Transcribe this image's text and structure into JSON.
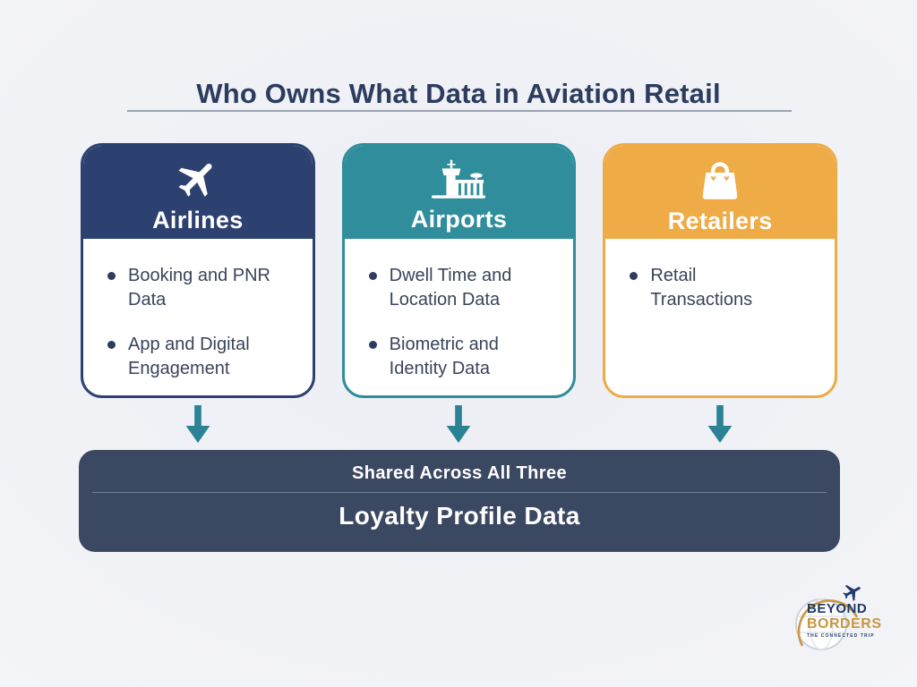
{
  "title": "Who Owns What Data in Aviation Retail",
  "cards": [
    {
      "label": "Airlines",
      "icon": "airplane-icon",
      "color": "#2d4170",
      "items": [
        "Booking and PNR Data",
        "App and Digital Engagement"
      ]
    },
    {
      "label": "Airports",
      "icon": "airport-tower-icon",
      "color": "#2f8d9c",
      "items": [
        "Dwell Time and Location Data",
        "Biometric and Identity Data"
      ]
    },
    {
      "label": "Retailers",
      "icon": "shopping-bag-icon",
      "color": "#eeab46",
      "items": [
        "Retail Transactions"
      ]
    }
  ],
  "shared": {
    "heading": "Shared Across All Three",
    "value": "Loyalty Profile Data",
    "color": "#3b4862"
  },
  "colors": {
    "arrow": "#2b8295",
    "title_text": "#2c3c5e",
    "background": "#f2f3f7"
  },
  "logo": {
    "line1": "BEYOND",
    "line2": "BORDERS",
    "tagline": "THE CONNECTED TRIP"
  }
}
